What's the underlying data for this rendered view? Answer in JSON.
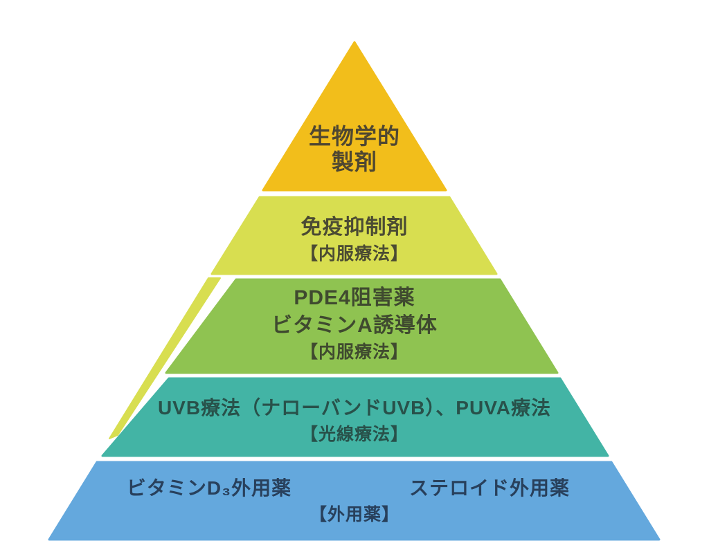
{
  "background_color": "#ffffff",
  "diagram": {
    "type": "treatment-pyramid",
    "tiers": [
      {
        "level": 1,
        "label_line1": "生物学的",
        "label_line2": "製剤",
        "sublabel": "",
        "color": "#F2BE1B",
        "text_color": "#4F4731"
      },
      {
        "level": 2,
        "label": "免疫抑制剤",
        "sublabel": "【内服療法】",
        "color": "#D8DE50",
        "text_color": "#4B4B33"
      },
      {
        "level": 3,
        "label_line1": "PDE4阻害薬",
        "label_line2": "ビタミンA誘導体",
        "sublabel": "【内服療法】",
        "color": "#8FC351",
        "text_color": "#3F4A2F"
      },
      {
        "level": 4,
        "label": "UVB療法（ナローバンドUVB）、PUVA療法",
        "sublabel": "【光線療法】",
        "color": "#43B4A5",
        "text_color": "#28514A"
      },
      {
        "level": 5,
        "label_left": "ビタミンD₃外用薬",
        "label_right": "ステロイド外用薬",
        "sublabel": "【外用薬】",
        "color": "#64A8DD",
        "text_color": "#28405C"
      }
    ]
  }
}
